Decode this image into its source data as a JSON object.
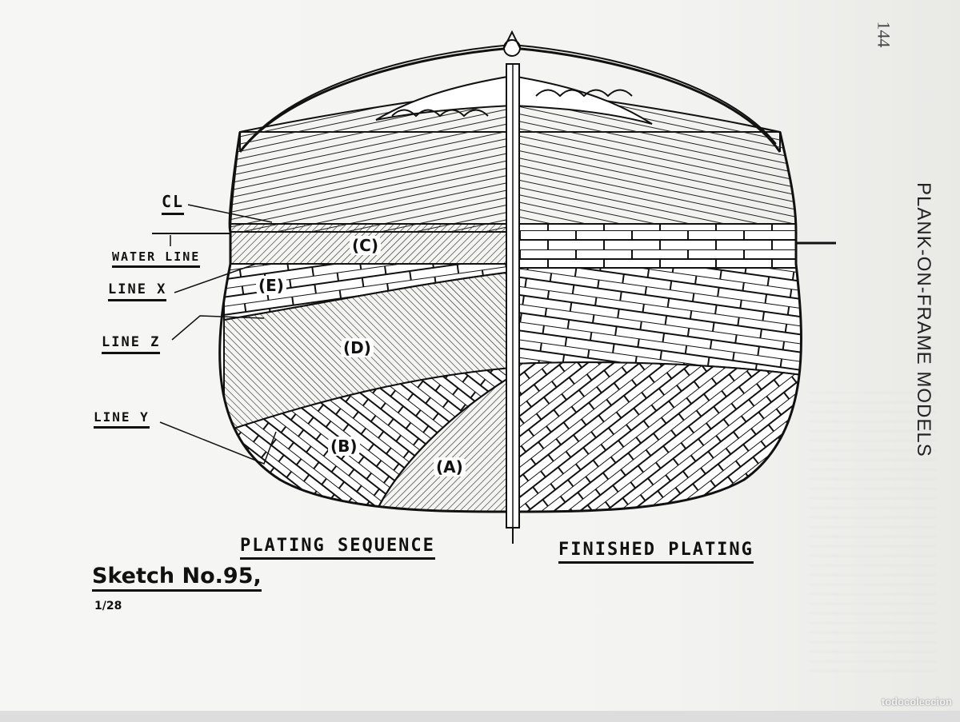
{
  "page": {
    "number": "144",
    "running_head": "PLANK-ON-FRAME MODELS"
  },
  "diagram": {
    "labels": {
      "cl": "CL",
      "water_line": "WATER LINE",
      "line_x": "LINE X",
      "line_z": "LINE Z",
      "line_y": "LINE Y"
    },
    "regions": {
      "a": "(A)",
      "b": "(B)",
      "c": "(C)",
      "d": "(D)",
      "e": "(E)"
    },
    "captions": {
      "left": "PLATING SEQUENCE",
      "right": "FINISHED PLATING"
    }
  },
  "sketch": {
    "title": "Sketch No.95,",
    "scale": "1/28"
  },
  "watermark": "todocoleccion",
  "colors": {
    "ink": "#111111",
    "paper": "#f4f4f2"
  }
}
